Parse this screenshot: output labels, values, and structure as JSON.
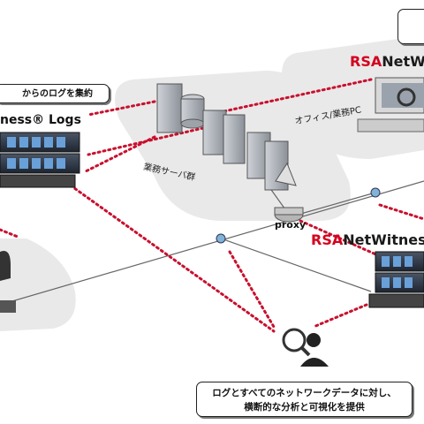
{
  "header": {
    "collect_label": "からのログを集約"
  },
  "products": {
    "logs_label": "ness® Logs",
    "brand_prefix": "RSA",
    "top_right_name": "NetWi",
    "mid_right_name": "NetWitnes"
  },
  "groups": {
    "office_pc": "オフィス/業務PC",
    "server_group": "業務サーバ群",
    "proxy": "proxy"
  },
  "footer": {
    "line1": "ログとすべてのネットワークデータに対し、",
    "line2": "横断的な分析と可視化を提供"
  },
  "colors": {
    "accent_red": "#c8102e",
    "line_gray": "#666666",
    "node_blue": "#7fb3d8",
    "cloud_gray": "#e9e9e9"
  }
}
